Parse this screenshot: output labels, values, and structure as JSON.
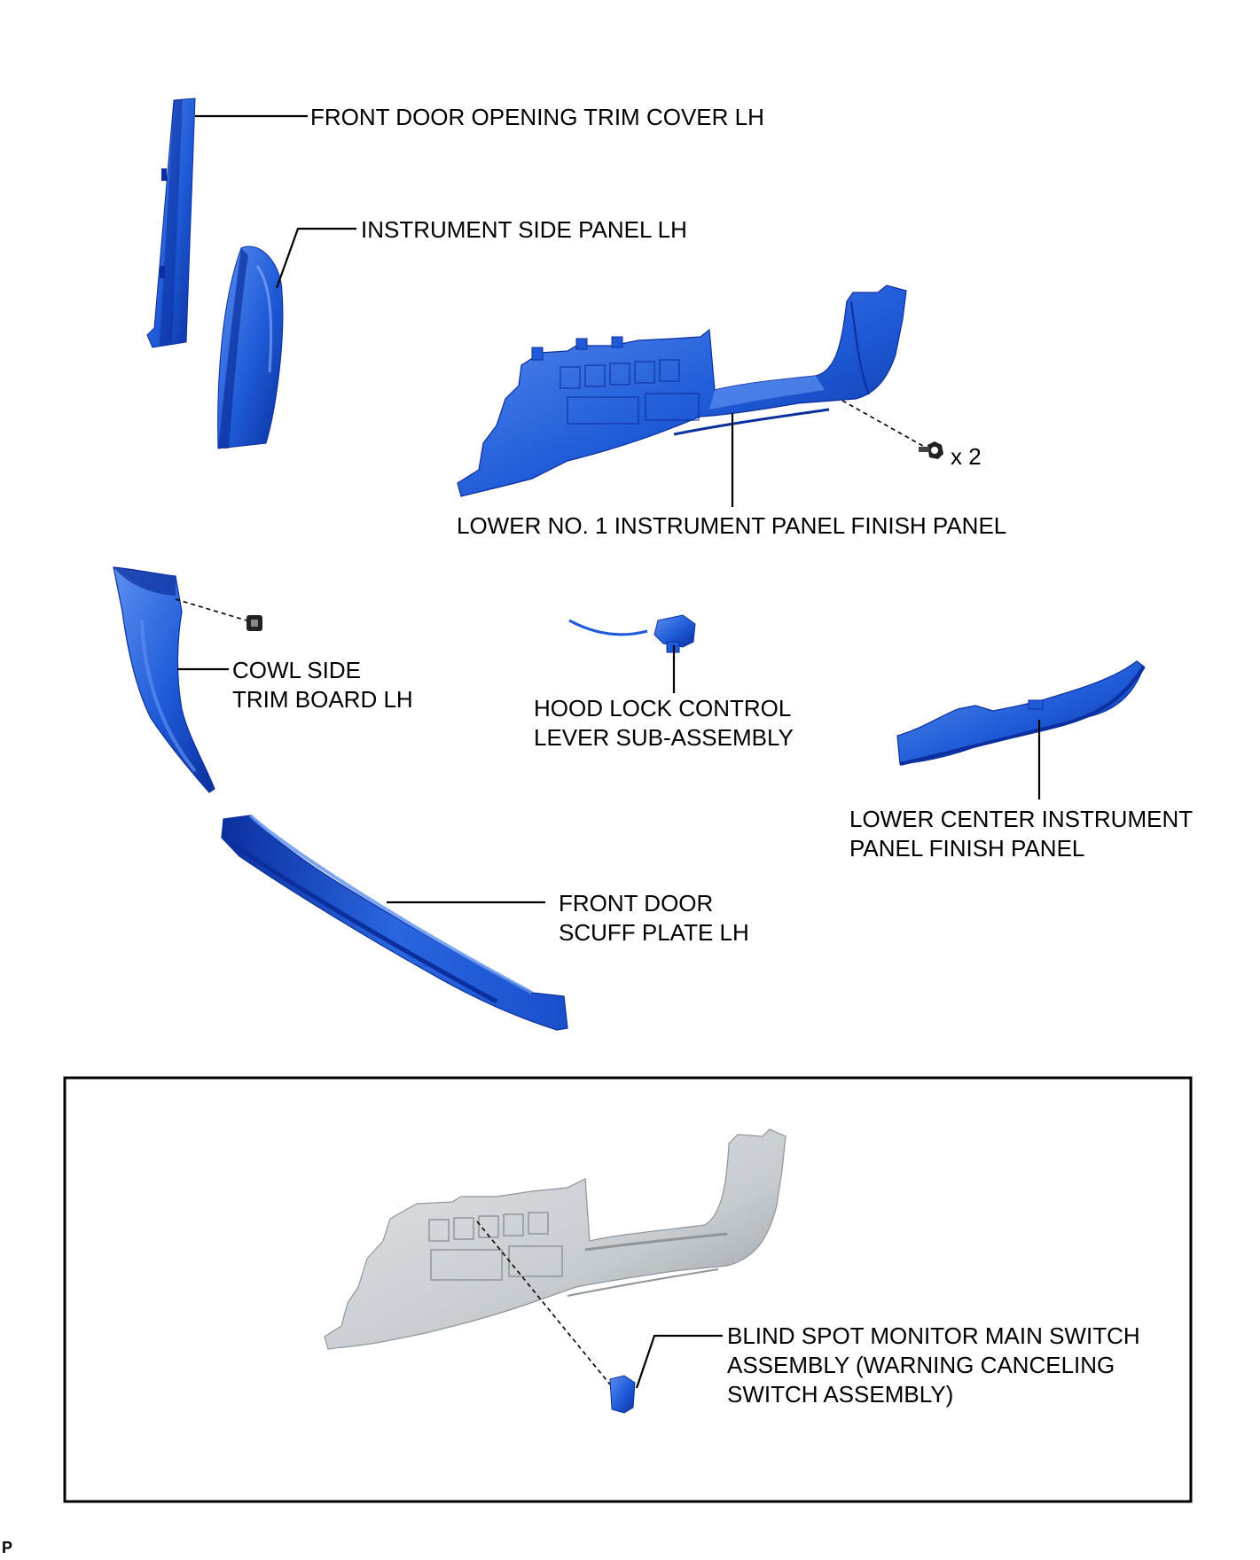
{
  "labels": {
    "front_door_opening_trim_cover": "FRONT DOOR OPENING TRIM COVER LH",
    "instrument_side_panel": "INSTRUMENT SIDE PANEL LH",
    "lower_no1_panel": "LOWER NO. 1 INSTRUMENT PANEL FINISH PANEL",
    "bolt_count": "x 2",
    "cowl_side_line1": "COWL SIDE",
    "cowl_side_line2": "TRIM BOARD LH",
    "hood_lock_line1": "HOOD LOCK CONTROL",
    "hood_lock_line2": "LEVER SUB-ASSEMBLY",
    "lower_center_line1": "LOWER CENTER INSTRUMENT",
    "lower_center_line2": "PANEL FINISH PANEL",
    "scuff_plate_line1": "FRONT DOOR",
    "scuff_plate_line2": "SCUFF PLATE LH",
    "blind_spot_line1": "BLIND SPOT MONITOR MAIN SWITCH",
    "blind_spot_line2": "ASSEMBLY (WARNING CANCELING",
    "blind_spot_line3": "SWITCH ASSEMBLY)"
  },
  "footer_mark": "P",
  "colors": {
    "part_blue": "#1f5bd8",
    "part_blue_dark": "#0b2f9e",
    "part_blue_light": "#5b8ff0",
    "part_gray": "#c7ccd0",
    "part_gray_dark": "#8e969c",
    "text": "#000000"
  }
}
